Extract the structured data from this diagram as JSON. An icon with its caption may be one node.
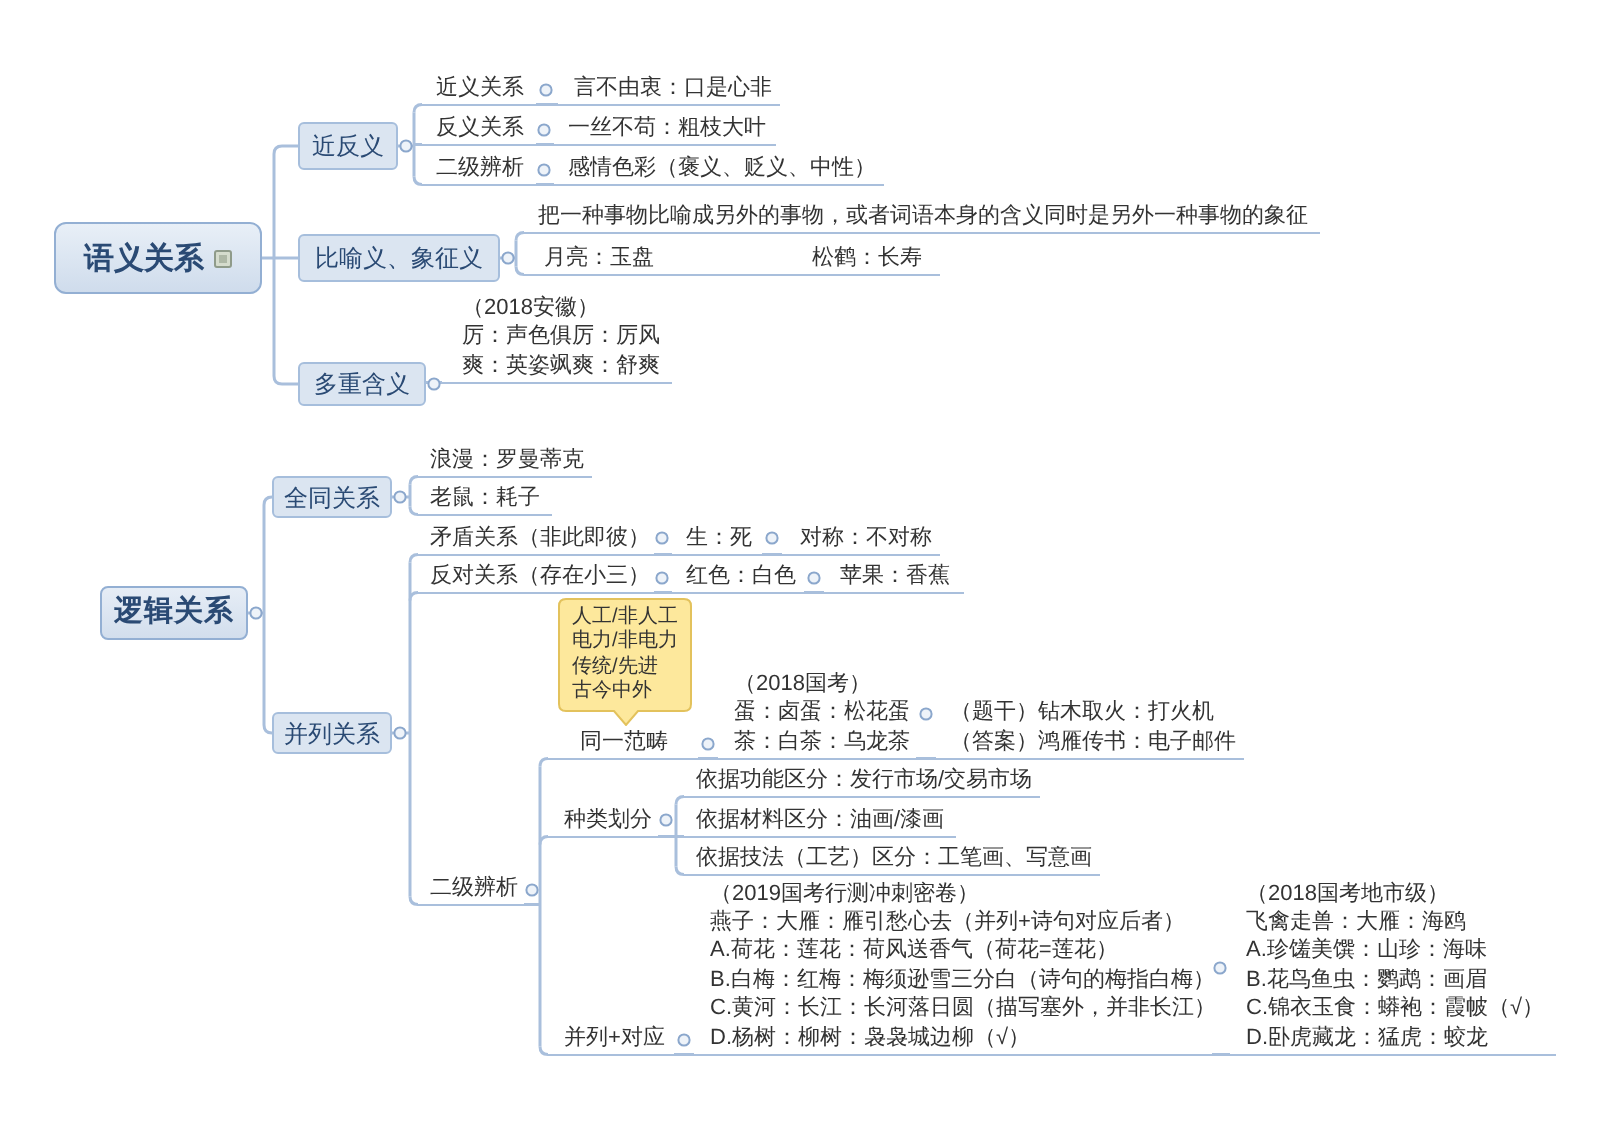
{
  "diagram": {
    "nodes": [
      {
        "text": [
          "语义关系"
        ]
      },
      {
        "text": [
          "近反义"
        ]
      },
      {
        "text": [
          "近义关系"
        ]
      },
      {
        "text": [
          "言不由衷：口是心非"
        ]
      },
      {
        "text": [
          "反义关系"
        ]
      },
      {
        "text": [
          "一丝不苟：粗枝大叶"
        ]
      },
      {
        "text": [
          "二级辨析"
        ]
      },
      {
        "text": [
          "感情色彩（褒义、贬义、中性）"
        ]
      },
      {
        "text": [
          "比喻义、象征义"
        ]
      },
      {
        "text": [
          "把一种事物比喻成另外的事物，或者词语本身的含义同时是另外一种事物的象征"
        ]
      },
      {
        "text": [
          "月亮：玉盘",
          "松鹤：长寿"
        ]
      },
      {
        "text": [
          "多重含义"
        ]
      },
      {
        "text": [
          "（2018安徽）",
          "厉：声色俱厉：厉风",
          "爽：英姿飒爽：舒爽"
        ]
      },
      {
        "text": [
          "逻辑关系"
        ]
      },
      {
        "text": [
          "全同关系"
        ]
      },
      {
        "text": [
          "浪漫：罗曼蒂克"
        ]
      },
      {
        "text": [
          "老鼠：耗子"
        ]
      },
      {
        "text": [
          "并列关系"
        ]
      },
      {
        "text": [
          "矛盾关系（非此即彼）"
        ]
      },
      {
        "text": [
          "生：死"
        ]
      },
      {
        "text": [
          "对称：不对称"
        ]
      },
      {
        "text": [
          "反对关系（存在小三）"
        ]
      },
      {
        "text": [
          "红色：白色"
        ]
      },
      {
        "text": [
          "苹果：香蕉"
        ]
      },
      {
        "text": [
          "二级辨析"
        ]
      },
      {
        "text": [
          "人工/非人工",
          "电力/非电力",
          "传统/先进",
          "古今中外"
        ]
      },
      {
        "text": [
          "同一范畴"
        ]
      },
      {
        "text": [
          "（2018国考）",
          "蛋：卤蛋：松花蛋",
          "茶：白茶：乌龙茶"
        ]
      },
      {
        "text": [
          "（题干）钻木取火：打火机",
          "（答案）鸿雁传书：电子邮件"
        ]
      },
      {
        "text": [
          "种类划分"
        ]
      },
      {
        "text": [
          "依据功能区分：发行市场/交易市场"
        ]
      },
      {
        "text": [
          "依据材料区分：油画/漆画"
        ]
      },
      {
        "text": [
          "依据技法（工艺）区分：工笔画、写意画"
        ]
      },
      {
        "text": [
          "并列+对应"
        ]
      },
      {
        "text": [
          "（2019国考行测冲刺密卷）",
          "燕子：大雁：雁引愁心去（并列+诗句对应后者）",
          "A.荷花：莲花：荷风送香气（荷花=莲花）",
          "B.白梅：红梅：梅须逊雪三分白（诗句的梅指白梅）",
          "C.黄河：长江：长河落日圆（描写塞外，并非长江）",
          "D.杨树：柳树：袅袅城边柳（√）"
        ]
      },
      {
        "text": [
          "（2018国考地市级）",
          "飞禽走兽：大雁：海鸥",
          "A.珍馐美馔：山珍：海味",
          "B.花鸟鱼虫：鹦鹉：画眉",
          "C.锦衣玉食：蟒袍：霞帔（√）",
          "D.卧虎藏龙：猛虎：蛟龙"
        ]
      }
    ],
    "edges": [
      {
        "from": 0,
        "to": 1,
        "arrow": "none"
      },
      {
        "from": 0,
        "to": 8,
        "arrow": "none"
      },
      {
        "from": 0,
        "to": 11,
        "arrow": "none"
      },
      {
        "from": 1,
        "to": 2,
        "arrow": "none"
      },
      {
        "from": 2,
        "to": 3,
        "arrow": "none"
      },
      {
        "from": 1,
        "to": 4,
        "arrow": "none"
      },
      {
        "from": 4,
        "to": 5,
        "arrow": "none"
      },
      {
        "from": 1,
        "to": 6,
        "arrow": "none"
      },
      {
        "from": 6,
        "to": 7,
        "arrow": "none"
      },
      {
        "from": 8,
        "to": 9,
        "arrow": "none"
      },
      {
        "from": 8,
        "to": 10,
        "arrow": "none"
      },
      {
        "from": 11,
        "to": 12,
        "arrow": "none"
      },
      {
        "from": 13,
        "to": 14,
        "arrow": "none"
      },
      {
        "from": 14,
        "to": 15,
        "arrow": "none"
      },
      {
        "from": 14,
        "to": 16,
        "arrow": "none"
      },
      {
        "from": 13,
        "to": 17,
        "arrow": "none"
      },
      {
        "from": 17,
        "to": 18,
        "arrow": "none"
      },
      {
        "from": 18,
        "to": 19,
        "arrow": "none"
      },
      {
        "from": 19,
        "to": 20,
        "arrow": "none"
      },
      {
        "from": 17,
        "to": 21,
        "arrow": "none"
      },
      {
        "from": 21,
        "to": 22,
        "arrow": "none"
      },
      {
        "from": 22,
        "to": 23,
        "arrow": "none"
      },
      {
        "from": 17,
        "to": 24,
        "arrow": "none"
      },
      {
        "from": 24,
        "to": 26,
        "arrow": "none"
      },
      {
        "from": 26,
        "to": 27,
        "arrow": "none"
      },
      {
        "from": 27,
        "to": 28,
        "arrow": "none"
      },
      {
        "from": 24,
        "to": 29,
        "arrow": "none"
      },
      {
        "from": 29,
        "to": 30,
        "arrow": "none"
      },
      {
        "from": 29,
        "to": 31,
        "arrow": "none"
      },
      {
        "from": 29,
        "to": 32,
        "arrow": "none"
      },
      {
        "from": 24,
        "to": 33,
        "arrow": "none"
      },
      {
        "from": 33,
        "to": 34,
        "arrow": "none"
      },
      {
        "from": 34,
        "to": 35,
        "arrow": "none"
      }
    ]
  }
}
